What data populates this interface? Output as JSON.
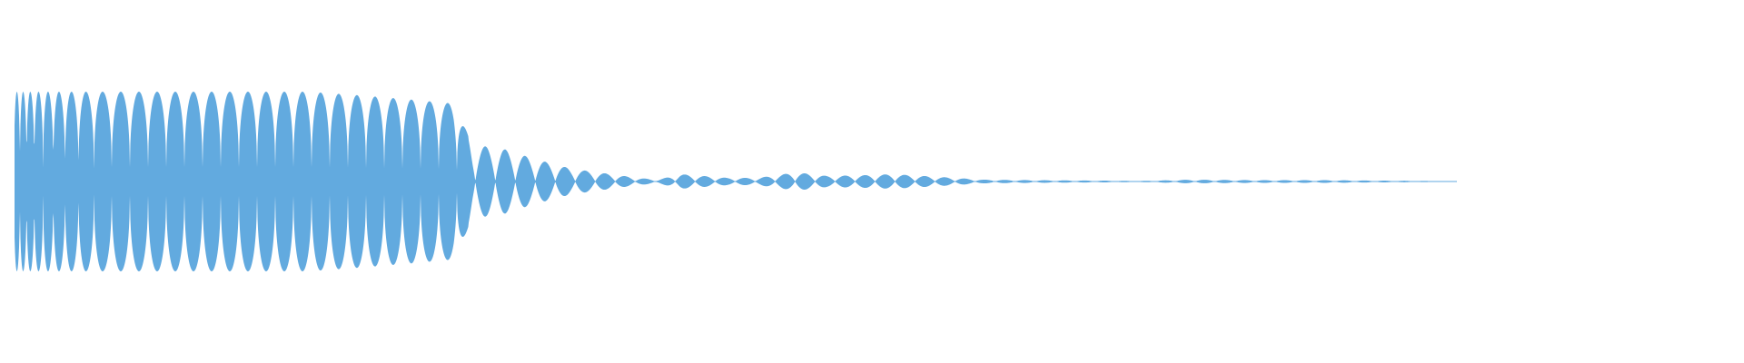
{
  "waveform": {
    "color": "#62aadf",
    "background": "#ffffff",
    "envelope": [
      {
        "t": 0.0,
        "amp": 0.98
      },
      {
        "t": 0.044,
        "amp": 0.98
      },
      {
        "t": 0.17,
        "amp": 0.98
      },
      {
        "t": 0.2,
        "amp": 0.94
      },
      {
        "t": 0.232,
        "amp": 0.89
      },
      {
        "t": 0.254,
        "amp": 0.85
      },
      {
        "t": 0.265,
        "amp": 0.4
      },
      {
        "t": 0.282,
        "amp": 0.36
      },
      {
        "t": 0.3,
        "amp": 0.25
      },
      {
        "t": 0.322,
        "amp": 0.14
      },
      {
        "t": 0.345,
        "amp": 0.08
      },
      {
        "t": 0.36,
        "amp": 0.04
      },
      {
        "t": 0.372,
        "amp": 0.02
      },
      {
        "t": 0.385,
        "amp": 0.08
      },
      {
        "t": 0.412,
        "amp": 0.04
      },
      {
        "t": 0.43,
        "amp": 0.04
      },
      {
        "t": 0.452,
        "amp": 0.1
      },
      {
        "t": 0.47,
        "amp": 0.06
      },
      {
        "t": 0.492,
        "amp": 0.07
      },
      {
        "t": 0.508,
        "amp": 0.08
      },
      {
        "t": 0.535,
        "amp": 0.05
      },
      {
        "t": 0.56,
        "amp": 0.02
      },
      {
        "t": 0.59,
        "amp": 0.015
      },
      {
        "t": 0.63,
        "amp": 0.01
      },
      {
        "t": 0.65,
        "amp": 0.006
      },
      {
        "t": 0.68,
        "amp": 0.02
      },
      {
        "t": 0.72,
        "amp": 0.015
      },
      {
        "t": 0.76,
        "amp": 0.015
      },
      {
        "t": 0.79,
        "amp": 0.01
      },
      {
        "t": 0.82,
        "amp": 0.006
      },
      {
        "t": 0.834,
        "amp": 0.0
      }
    ]
  }
}
